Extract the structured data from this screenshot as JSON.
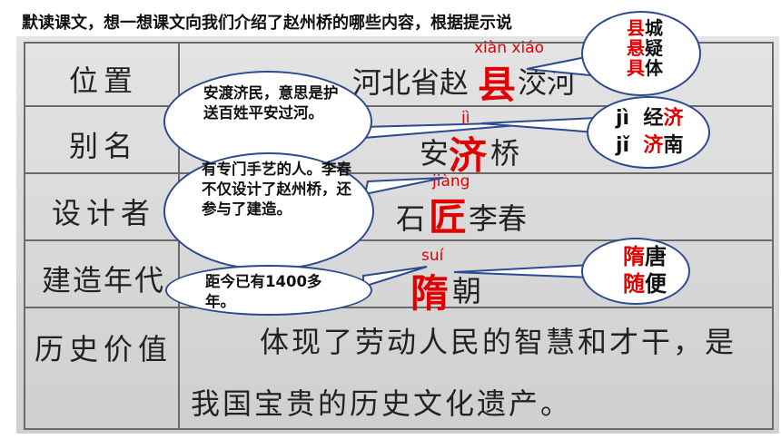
{
  "instruction": "默读课文，想一想课文向我们介绍了赵州桥的哪些内容，根据提示说",
  "table": {
    "rows": [
      {
        "label": "位置",
        "value_before": "河北省赵",
        "value_after": "洨河"
      },
      {
        "label": "别名",
        "value_before": "安",
        "value_after": "桥"
      },
      {
        "label": "设计者",
        "value_before": "石",
        "value_after": "李春"
      },
      {
        "label": "建造年代",
        "value_before": "",
        "value_after": "朝"
      },
      {
        "label": "历史价值",
        "value_line1": "体现了劳动人民的智慧和才干，是",
        "value_line2": "我国宝贵的历史文化遗产。"
      }
    ]
  },
  "highlights": {
    "xian": {
      "char": "县",
      "pinyin": "xiàn xiáo"
    },
    "ji": {
      "char": "济",
      "pinyin": "jì"
    },
    "jiang": {
      "char": "匠",
      "pinyin": "jiàng"
    },
    "sui": {
      "char": "隋",
      "pinyin": "suí"
    }
  },
  "bubbles": {
    "ji_meaning": "安渡济民，意思是护送百姓平安过河。",
    "jiang_meaning": "有专门手艺的人。李春不仅设计了赵州桥，还参与了建造。",
    "sui_meaning": "距今已有1400多年。"
  },
  "word_groups": {
    "xian": [
      {
        "red": "县",
        "rest": "城"
      },
      {
        "red": "悬",
        "rest": "疑"
      },
      {
        "red": "具",
        "rest": "体"
      }
    ],
    "ji": [
      {
        "pinyin": "jì",
        "before": "经",
        "red": "济",
        "after": ""
      },
      {
        "pinyin": "jǐ",
        "before": "",
        "red": "济",
        "after": "南"
      }
    ],
    "sui": [
      {
        "red": "隋",
        "rest": "唐"
      },
      {
        "red": "随",
        "rest": "便"
      }
    ]
  },
  "colors": {
    "accent_red": "#e00000",
    "bubble_border": "#2c4a8c"
  }
}
